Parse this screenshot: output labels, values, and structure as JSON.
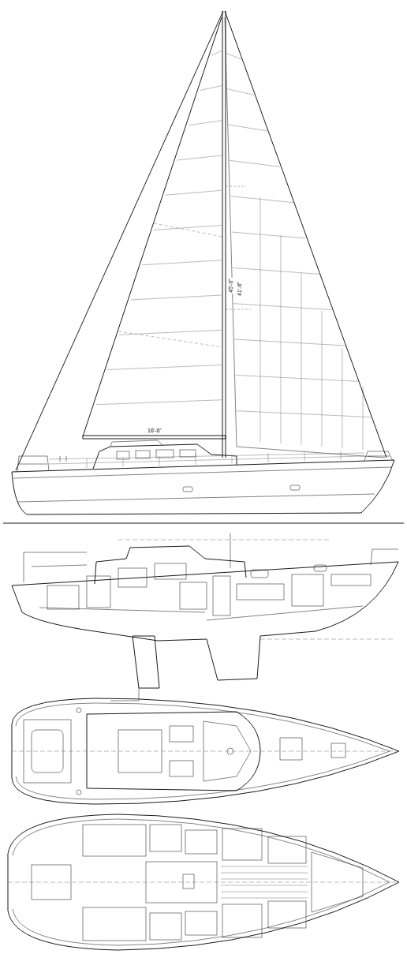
{
  "diagram": {
    "labels": [
      "45'-0\"",
      "41'-6\"",
      "16'-6\""
    ]
  }
}
